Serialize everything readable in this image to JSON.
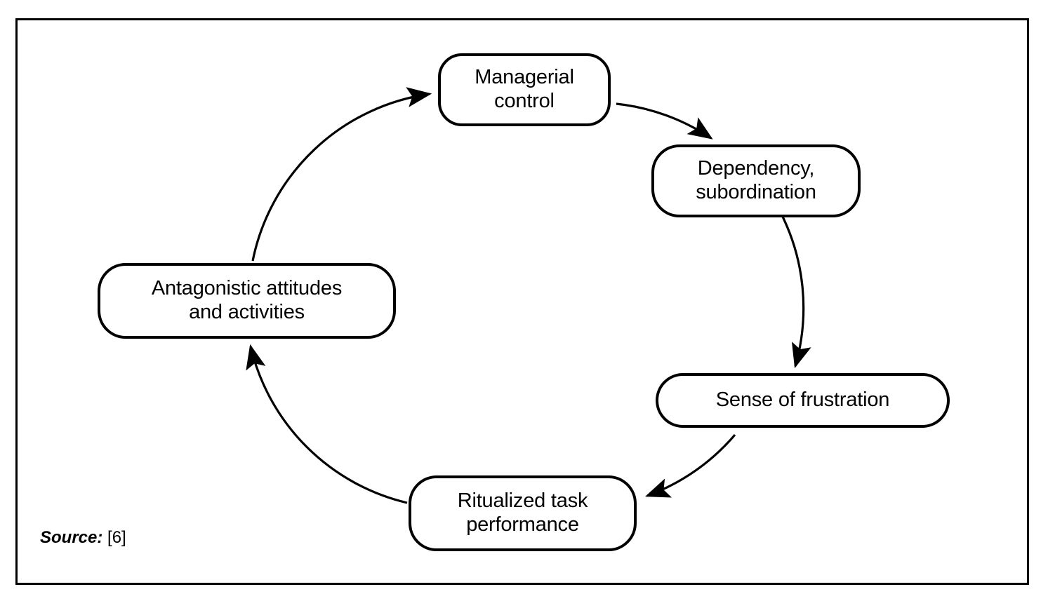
{
  "figure": {
    "type": "cycle-diagram",
    "frame": {
      "border_color": "#000000",
      "background": "#ffffff"
    },
    "nodes": [
      {
        "id": "managerial-control",
        "label": "Managerial\ncontrol",
        "position": "top"
      },
      {
        "id": "dependency-subordination",
        "label": "Dependency,\nsubordination",
        "position": "upper-right"
      },
      {
        "id": "sense-of-frustration",
        "label": "Sense of frustration",
        "position": "lower-right"
      },
      {
        "id": "ritualized-task",
        "label": "Ritualized task\nperformance",
        "position": "bottom"
      },
      {
        "id": "antagonistic-attitudes",
        "label": "Antagonistic attitudes\nand activities",
        "position": "left"
      }
    ],
    "edges": [
      {
        "from": "managerial-control",
        "to": "dependency-subordination",
        "arrow": "filled-triangle"
      },
      {
        "from": "dependency-subordination",
        "to": "sense-of-frustration",
        "arrow": "filled-triangle"
      },
      {
        "from": "sense-of-frustration",
        "to": "ritualized-task",
        "arrow": "filled-triangle"
      },
      {
        "from": "ritualized-task",
        "to": "antagonistic-attitudes",
        "arrow": "filled-triangle"
      },
      {
        "from": "antagonistic-attitudes",
        "to": "managerial-control",
        "arrow": "filled-triangle"
      }
    ],
    "source": {
      "label": "Source:",
      "reference": "[6]"
    },
    "colors": {
      "stroke": "#000000",
      "text": "#000000",
      "fill": "#ffffff"
    }
  }
}
